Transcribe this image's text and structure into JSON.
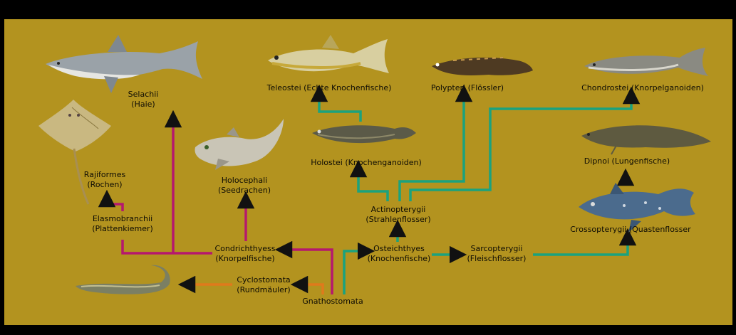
{
  "colors": {
    "background": "#b3931f",
    "frame": "#000000",
    "condrichthyes_branch": "#b5186e",
    "osteichthyes_branch": "#1ba27e",
    "cyclostomata_branch": "#e07a1c",
    "arrowhead": "#111111"
  },
  "nodes": {
    "selachii": {
      "name": "Selachii",
      "common": "(Haie)"
    },
    "rajiformes": {
      "name": "Rajiformes",
      "common": "(Rochen)"
    },
    "elasmobranchii": {
      "name": "Elasmobranchii",
      "common": "(Plattenkiemer)"
    },
    "holocephali": {
      "name": "Holocephali",
      "common": "(Seedrachen)"
    },
    "condrichthyes": {
      "name": "Condrichthyess",
      "common": "(Knorpelfische)"
    },
    "cyclostomata": {
      "name": "Cyclostomata",
      "common": "(Rundmäuler)"
    },
    "gnathostomata": {
      "name": "Gnathostomata"
    },
    "teleostei": {
      "name": "Teleostei (Echte Knochenfische)"
    },
    "polypteri": {
      "name": "Polypteri (Flössler)"
    },
    "chondrostei": {
      "name": "Chondrostei (Knorpelganoiden)"
    },
    "holostei": {
      "name": "Holostei (Knochenganoiden)"
    },
    "dipnoi": {
      "name": "Dipnoi (Lungenfische)"
    },
    "actinopterygii": {
      "name": "Actinopterygii",
      "common": "(Strahlenflosser)"
    },
    "osteichthyes": {
      "name": "Osteichthyes",
      "common": "(Knochenfische)"
    },
    "sarcopterygii": {
      "name": "Sarcopterygii",
      "common": "(Fleischflosser)"
    },
    "crossopterygii": {
      "name": "Crossopterygii (Quastenflosser"
    }
  },
  "illustrations": [
    "shark",
    "ray",
    "chimaera",
    "lamprey",
    "teleost-fish",
    "holostean-fish",
    "bichir",
    "sturgeon",
    "lungfish",
    "coelacanth"
  ]
}
